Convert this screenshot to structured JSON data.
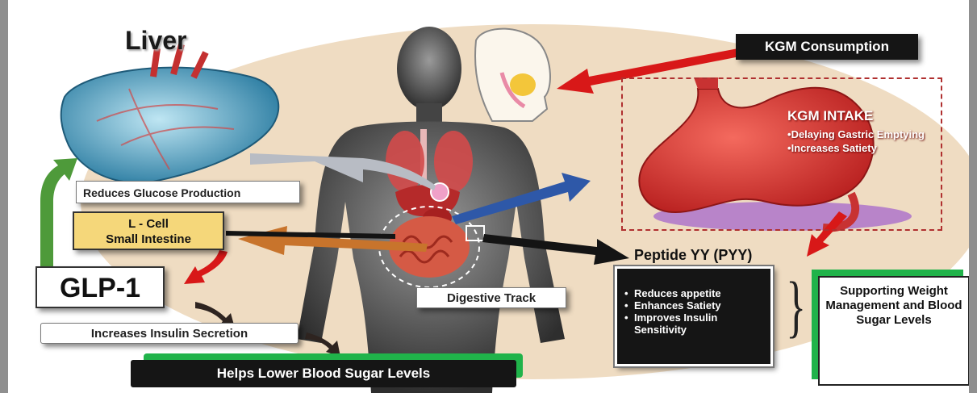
{
  "liver": {
    "title": "Liver",
    "effect": "Reduces Glucose Production"
  },
  "lcell": {
    "line1": "L - Cell",
    "line2": "Small Intestine"
  },
  "glp": {
    "label": "GLP-1",
    "effect": "Increases Insulin Secretion",
    "outcome": "Helps Lower Blood Sugar Levels"
  },
  "body_label": "Digestive Track",
  "kgm": {
    "consumption": "KGM Consumption",
    "intake_title": "KGM INTAKE",
    "intake_effects": [
      "Delaying Gastric Emptying",
      "Increases Satiety"
    ]
  },
  "pyy": {
    "title": "Peptide YY (PYY)",
    "effects": [
      "Reduces appetite",
      "Enhances Satiety",
      "Improves Insulin Sensitivity"
    ]
  },
  "support": {
    "text": "Supporting Weight Management and Blood Sugar Levels"
  },
  "colors": {
    "arrow_red": "#d81818",
    "arrow_green": "#4e9a3a",
    "arrow_orange": "#c8742c",
    "arrow_blue": "#2e58a8",
    "arrow_gray": "#b8bcc4",
    "arrow_black": "#141414",
    "box_yellow": "#f5d77a",
    "accent_green": "#20b34a",
    "background_beige": "#efdcc2"
  }
}
